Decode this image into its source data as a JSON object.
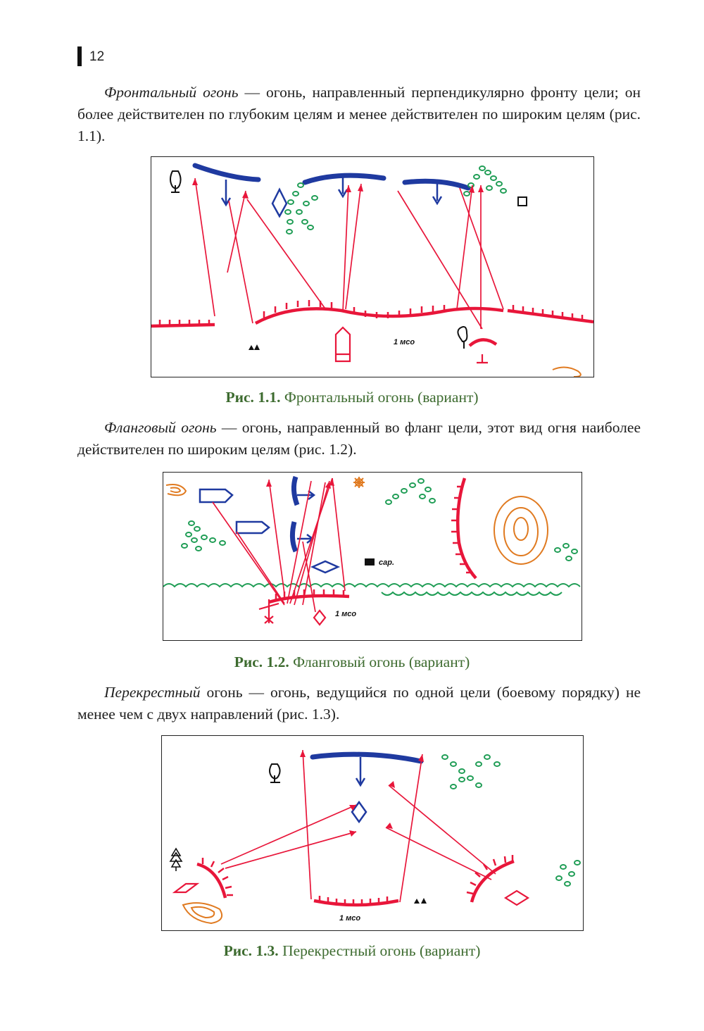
{
  "page": {
    "number": "12"
  },
  "paragraphs": [
    {
      "term": "Фронтальный огонь",
      "text": " — огонь, направленный перпендикулярно фронту цели; он более действителен по глубоким целям и менее действителен по широким целям (рис. 1.1)."
    },
    {
      "term": "Фланговый огонь",
      "text": " — огонь, направленный во фланг цели, этот вид огня наиболее действителен по широким целям (рис. 1.2)."
    },
    {
      "term": "Перекрестный",
      "text": " огонь — огонь, ведущийся по одной цели (боевому порядку) не менее чем с двух направлений (рис. 1.3)."
    }
  ],
  "figures": [
    {
      "number": "Рис. 1.1.",
      "caption": "Фронтальный огонь (вариант)",
      "labels": {
        "unit": "1 мсо"
      }
    },
    {
      "number": "Рис. 1.2.",
      "caption": "Фланговый огонь (вариант)",
      "labels": {
        "unit": "1 мсо",
        "barn": "сар."
      }
    },
    {
      "number": "Рис. 1.3.",
      "caption": "Перекрестный огонь (вариант)",
      "labels": {
        "unit": "1 мсо"
      }
    }
  ],
  "colors": {
    "friendly": "#e8163a",
    "enemy": "#1f3aa0",
    "vegetation": "#1f9d55",
    "relief": "#e07a20",
    "caption": "#3d6b2f"
  }
}
